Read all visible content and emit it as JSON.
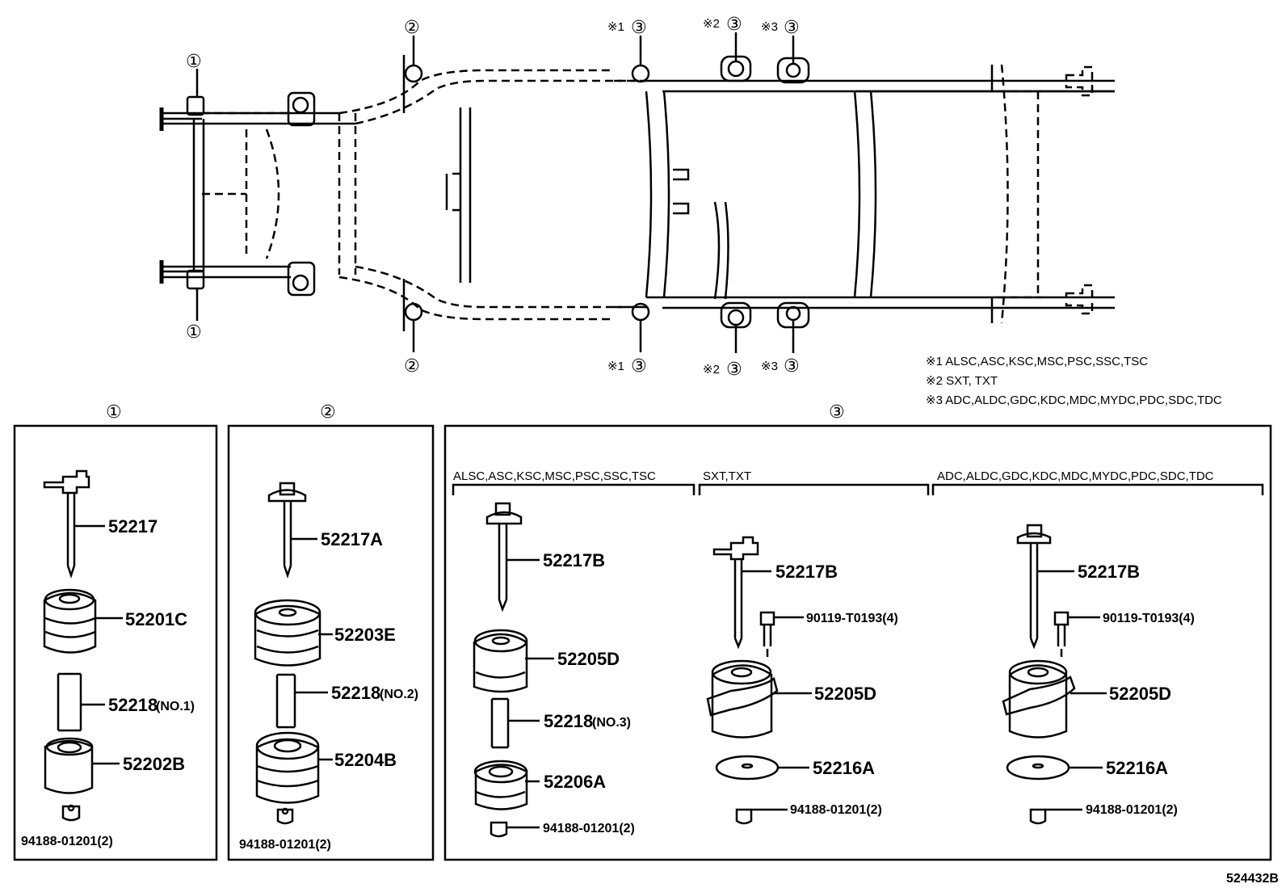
{
  "frame": {
    "callouts_top": [
      "①",
      "②",
      "③",
      "③",
      "③"
    ],
    "callouts_bottom": [
      "①",
      "②",
      "③",
      "③",
      "③"
    ],
    "markers": [
      "※1",
      "※2",
      "※3"
    ]
  },
  "notes": [
    "※1 ALSC,ASC,KSC,MSC,PSC,SSC,TSC",
    "※2 SXT, TXT",
    "※3 ADC,ALDC,GDC,KDC,MDC,MYDC,PDC,SDC,TDC"
  ],
  "group1": {
    "title": "①",
    "parts": [
      "52217",
      "52201C",
      "52218",
      "52202B",
      "94188-01201(2)"
    ],
    "sub": "(NO.1)"
  },
  "group2": {
    "title": "②",
    "parts": [
      "52217A",
      "52203E",
      "52218",
      "52204B",
      "94188-01201(2)"
    ],
    "sub": "(NO.2)"
  },
  "group3": {
    "title": "③",
    "variants": [
      {
        "label": "ALSC,ASC,KSC,MSC,PSC,SSC,TSC",
        "parts": [
          "52217B",
          "52205D",
          "52218",
          "52206A",
          "94188-01201(2)"
        ],
        "sub": "(NO.3)"
      },
      {
        "label": "SXT,TXT",
        "parts": [
          "52217B",
          "90119-T0193(4)",
          "52205D",
          "52216A",
          "94188-01201(2)"
        ]
      },
      {
        "label": "ADC,ALDC,GDC,KDC,MDC,MYDC,PDC,SDC,TDC",
        "parts": [
          "52217B",
          "90119-T0193(4)",
          "52205D",
          "52216A",
          "94188-01201(2)"
        ]
      }
    ]
  },
  "diagram_id": "524432B"
}
